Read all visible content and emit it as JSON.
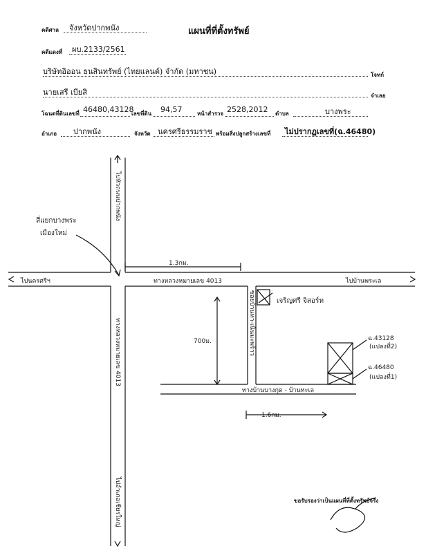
{
  "header": {
    "court_label": "คดีศาล",
    "court_value": "จังหวัดปากพนัง",
    "title": "แผนที่ที่ตั้งทรัพย์",
    "case_label": "คดีแดงที่",
    "case_value": "ผบ.2133/2561",
    "plaintiff_value": "บริษัทอิออน ธนสินทรัพย์ (ไทยแลนด์) จำกัด (มหาชน)",
    "plaintiff_label": "โจทก์",
    "defendant_value": "นายเสรี เบียสิ",
    "defendant_label": "จำเลย",
    "deed_label": "โฉนดที่ดินเลขที่",
    "deed_value": "46480,43128",
    "land_no_label": "เลขที่ดิน",
    "land_no_value": "94,57",
    "survey_label": "หน้าสำรวจ",
    "survey_value": "2528,2012",
    "subdistrict_label": "ตำบล",
    "subdistrict_value": "บางพระ",
    "district_label": "อำเภอ",
    "district_value": "ปากพนัง",
    "province_label": "จังหวัด",
    "province_value": "นครศรีธรรมราช",
    "building_label": "พร้อมสิ่งปลูกสร้างเลขที่",
    "building_value": "ไม่ปรากฏเลขที่(ฉ.46480)"
  },
  "map": {
    "north_road": "ไปหัวถนนปากพนัง",
    "intersection_note_1": "สี่แยกบางพระ",
    "intersection_note_2": "เมืองใหม่",
    "west_road": "ไปนครศรีฯ",
    "east_road": "ไปบ้านพระเล",
    "highway_label": "ทางหลวงหมายเลข 4013",
    "dist_1": "1.3กม.",
    "side_road_label": "ซอยบ้านท่า-เนินมะพร้าว",
    "shop_label": "เจริญศรี จิสอร์ท",
    "dist_2": "700ม.",
    "parcel_1": "ฉ.43128",
    "parcel_1_note": "(แปลงที่2)",
    "parcel_2": "ฉ.46480",
    "parcel_2_note": "(แปลงที่1)",
    "south_road_label": "ทางหลวงหมายเลข 4013",
    "bottom_road_label": "ทางบ้านบางกุด - บ้านทะเล",
    "dist_3": "1.6กม.",
    "south_end": "ไปอำเภอเชียรใหญ่"
  },
  "footer": {
    "certify": "ขอรับรองว่าเป็นแผนที่ที่ตั้งทรัพย์จริง"
  }
}
